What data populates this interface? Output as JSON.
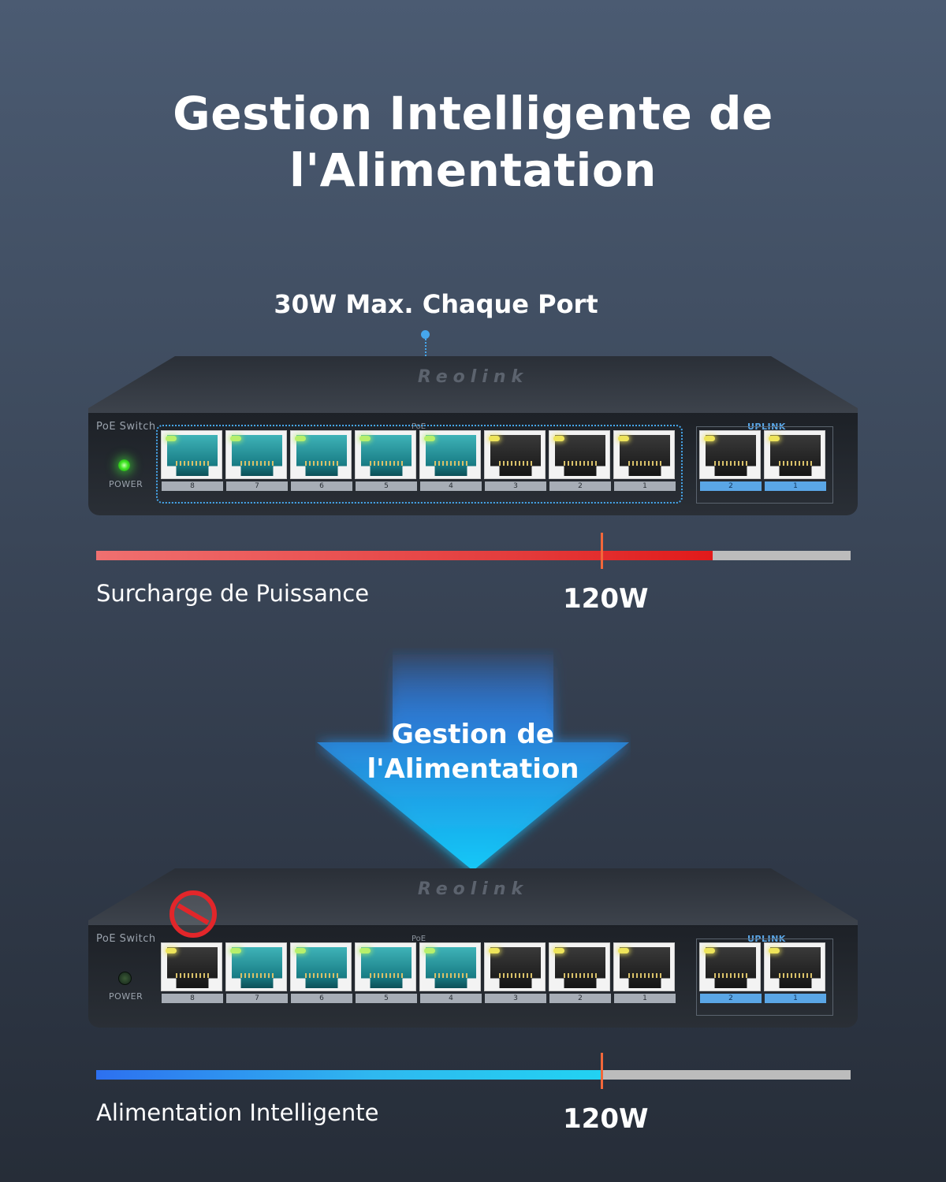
{
  "title": "Gestion Intelligente de l'Alimentation",
  "caption_top": "30W Max. Chaque Port",
  "switch": {
    "brand": "Reolink",
    "model": "PoE Switch",
    "poe_label": "PoE",
    "uplink_label": "UPLINK",
    "power_label": "POWER",
    "poe_ports": [
      "8",
      "7",
      "6",
      "5",
      "4",
      "3",
      "2",
      "1"
    ],
    "uplink_ports": [
      "2",
      "1"
    ]
  },
  "top_panel": {
    "active_ports": [
      "8",
      "7",
      "6",
      "5",
      "4"
    ],
    "power_led": "on",
    "bar_label": "Surcharge de Puissance",
    "limit_label": "120W",
    "bar_fill_fraction": 0.817,
    "limit_fraction": 0.67
  },
  "arrow_text": "Gestion de l'Alimentation",
  "bottom_panel": {
    "active_ports": [
      "7",
      "6",
      "5",
      "4"
    ],
    "blocked_port": "8",
    "power_led": "off",
    "bar_label": "Alimentation Intelligente",
    "limit_label": "120W",
    "bar_fill_fraction": 0.67,
    "limit_fraction": 0.67
  },
  "colors": {
    "overload": "#e21a1a",
    "smart": "#22d2f2",
    "limit_marker": "#f2673a",
    "poe_highlight": "#46a7ec",
    "uplink": "#5aa6e6"
  },
  "icons": {
    "blocked": "prohibition-icon",
    "flow": "arrow-down-icon"
  }
}
